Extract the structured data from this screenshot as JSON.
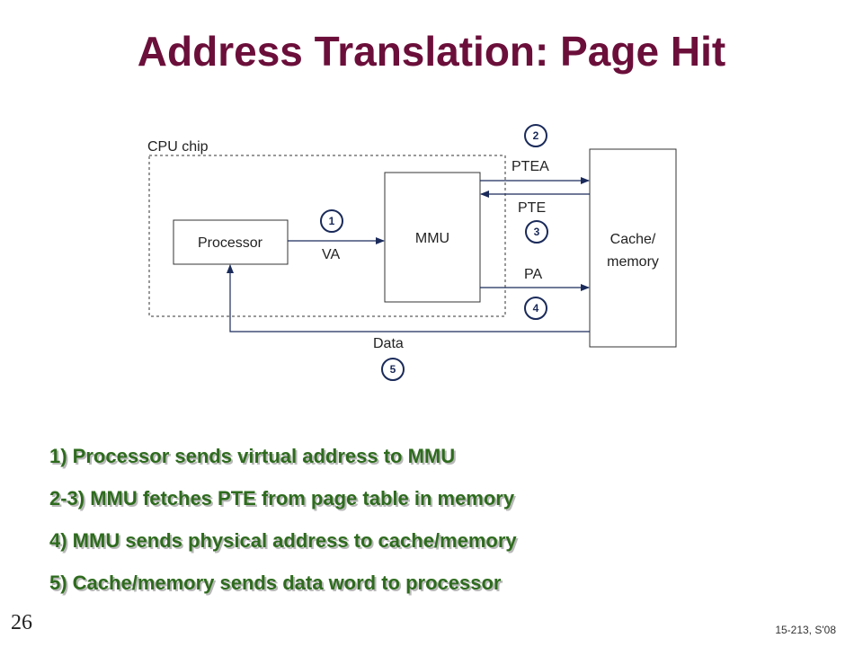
{
  "title": "Address Translation: Page Hit",
  "diagram": {
    "cpu_chip_label": "CPU chip",
    "processor_label": "Processor",
    "mmu_label": "MMU",
    "cache_label_line1": "Cache/",
    "cache_label_line2": "memory",
    "va_label": "VA",
    "ptea_label": "PTEA",
    "pte_label": "PTE",
    "pa_label": "PA",
    "data_label": "Data",
    "step_markers": [
      "1",
      "2",
      "3",
      "4",
      "5"
    ]
  },
  "steps": [
    "1) Processor sends virtual address to MMU",
    "2-3) MMU fetches PTE from page table in memory",
    "4) MMU sends physical address to cache/memory",
    "5) Cache/memory sends data word to processor"
  ],
  "slide_number": "26",
  "footer": "15-213, S'08",
  "colors": {
    "title": "#6b0f3a",
    "steps_text": "#2e6b1e",
    "markers": "#1a2a5a"
  }
}
